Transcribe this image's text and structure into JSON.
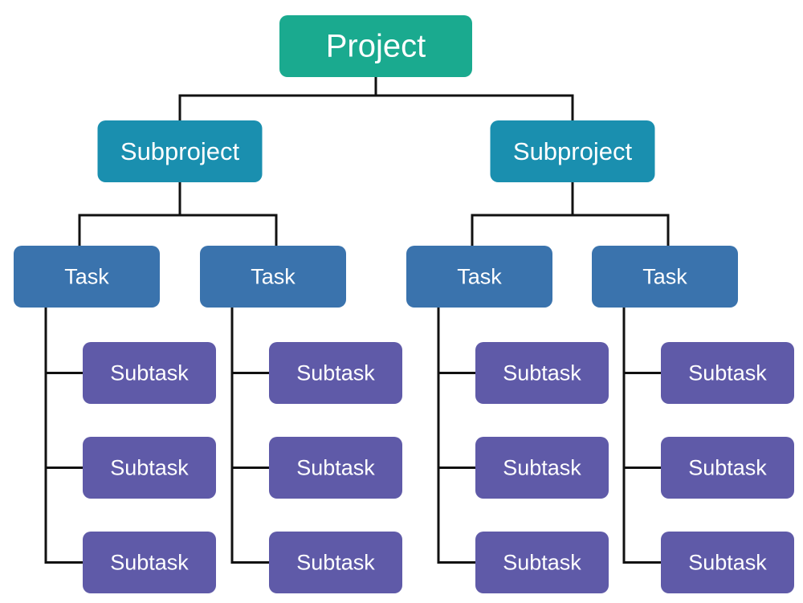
{
  "colors": {
    "project": "#1aaa8f",
    "subproject": "#1a8faf",
    "task": "#3a73ad",
    "subtask": "#5f5aa8",
    "connector": "#111111"
  },
  "tree": {
    "label": "Project",
    "children": [
      {
        "label": "Subproject",
        "children": [
          {
            "label": "Task",
            "children": [
              {
                "label": "Subtask"
              },
              {
                "label": "Subtask"
              },
              {
                "label": "Subtask"
              }
            ]
          },
          {
            "label": "Task",
            "children": [
              {
                "label": "Subtask"
              },
              {
                "label": "Subtask"
              },
              {
                "label": "Subtask"
              }
            ]
          }
        ]
      },
      {
        "label": "Subproject",
        "children": [
          {
            "label": "Task",
            "children": [
              {
                "label": "Subtask"
              },
              {
                "label": "Subtask"
              },
              {
                "label": "Subtask"
              }
            ]
          },
          {
            "label": "Task",
            "children": [
              {
                "label": "Subtask"
              },
              {
                "label": "Subtask"
              },
              {
                "label": "Subtask"
              }
            ]
          }
        ]
      }
    ]
  }
}
